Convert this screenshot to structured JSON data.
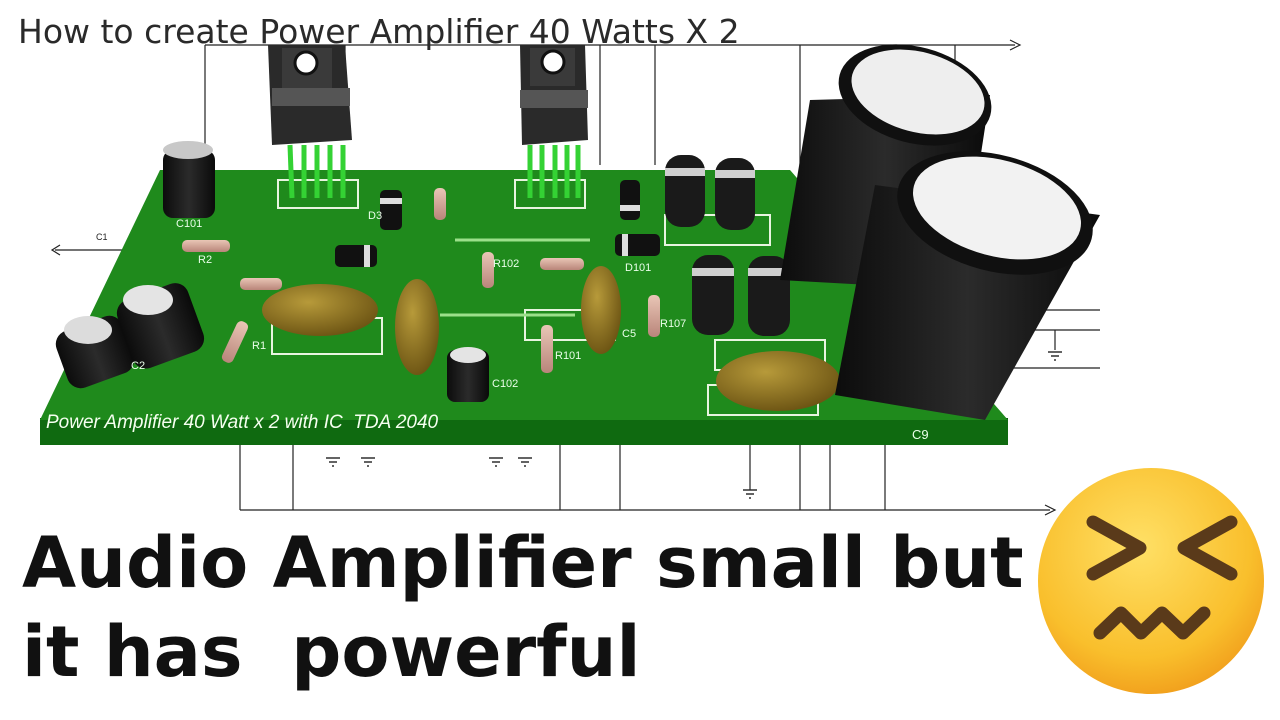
{
  "video": {
    "title": "How to create Power Amplifier 40 Watts X 2"
  },
  "board": {
    "label": "Power Amplifier 40 Watt x 2 with IC  TDA 2040",
    "color": "#1f8a1c",
    "components": {
      "c101": "C101",
      "c1": "C1",
      "r2": "R2",
      "r1": "R1",
      "c2": "C2",
      "d3": "D3",
      "r102": "R102",
      "r101": "R101",
      "c102": "C102",
      "d101": "D101",
      "c5": "C5",
      "r107": "R107",
      "c9": "C9"
    }
  },
  "caption": {
    "line1": "Audio Amplifier small but",
    "line2": "it has  powerful"
  },
  "emoji": {
    "icon": "confounded-face-icon",
    "color": "#f7b731"
  }
}
